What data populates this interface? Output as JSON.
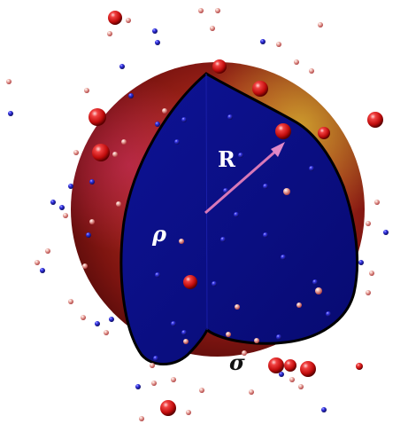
{
  "labels": {
    "radius": "R",
    "density": "ρ",
    "surface_charge": "σ"
  },
  "colors": {
    "sphere_shell": "#8a1a12",
    "sphere_highlight": "#c9a022",
    "cut_face": "#0b0f8a",
    "particle_red": "#d01818",
    "particle_blue": "#2a2ad6",
    "radius_arrow": "#d878b8"
  }
}
